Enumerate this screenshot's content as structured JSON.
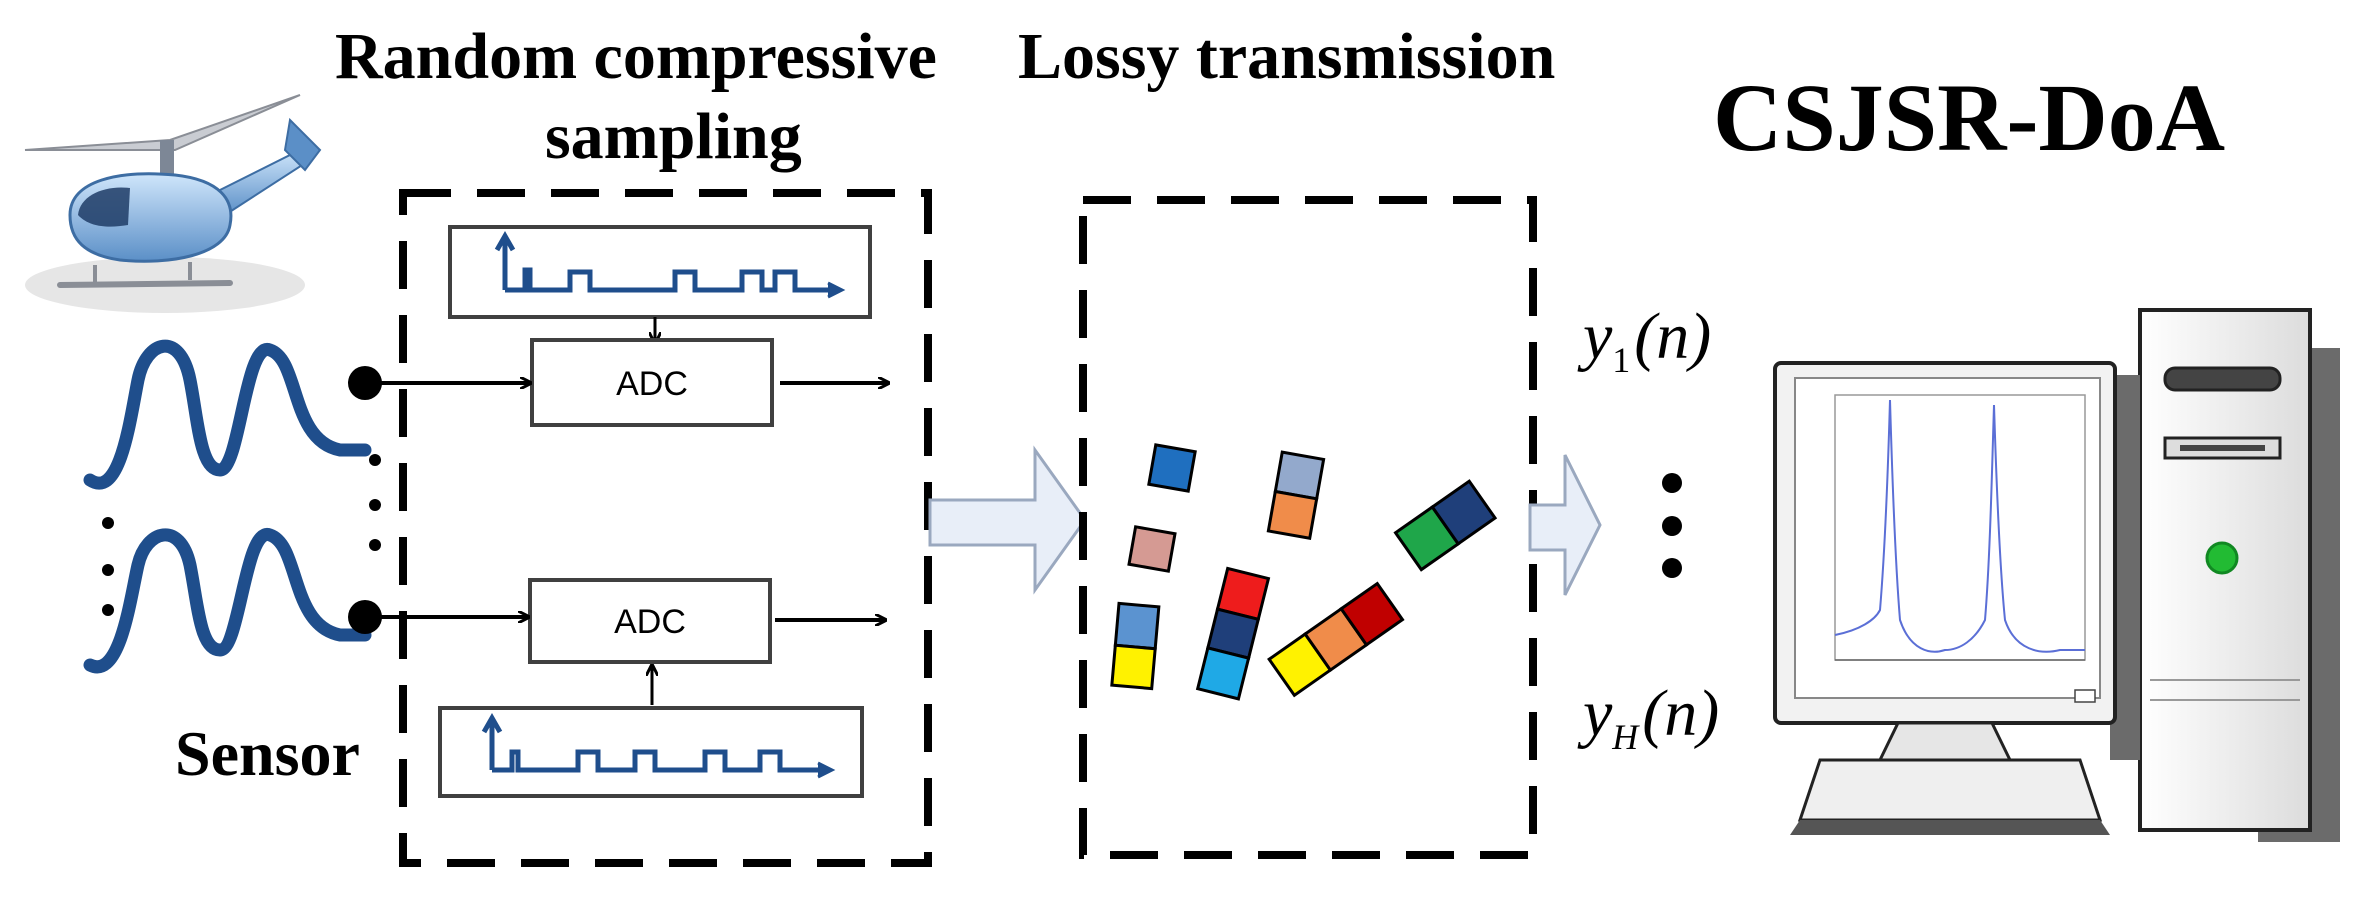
{
  "labels": {
    "random_sampling_line1": "Random compressive",
    "random_sampling_line2": "sampling",
    "lossy_transmission": "Lossy transmission",
    "system_name": "CSJSR-DoA",
    "sensor": "Sensor",
    "adc_top": "ADC",
    "adc_bottom": "ADC"
  },
  "outputs": {
    "first": {
      "var": "y",
      "sub": "1",
      "arg": "(n)"
    },
    "last": {
      "var": "y",
      "sub": "H",
      "arg": "(n)"
    }
  },
  "colors": {
    "signal": "#1f4e8c",
    "line": "#000000",
    "box_border": "#404040",
    "arrow_fill": "#e8eef8",
    "arrow_stroke": "#9aa8bf",
    "led": "#22bb33"
  },
  "icons": {
    "uav": "helicopter-icon",
    "computer": "desktop-computer-icon"
  }
}
